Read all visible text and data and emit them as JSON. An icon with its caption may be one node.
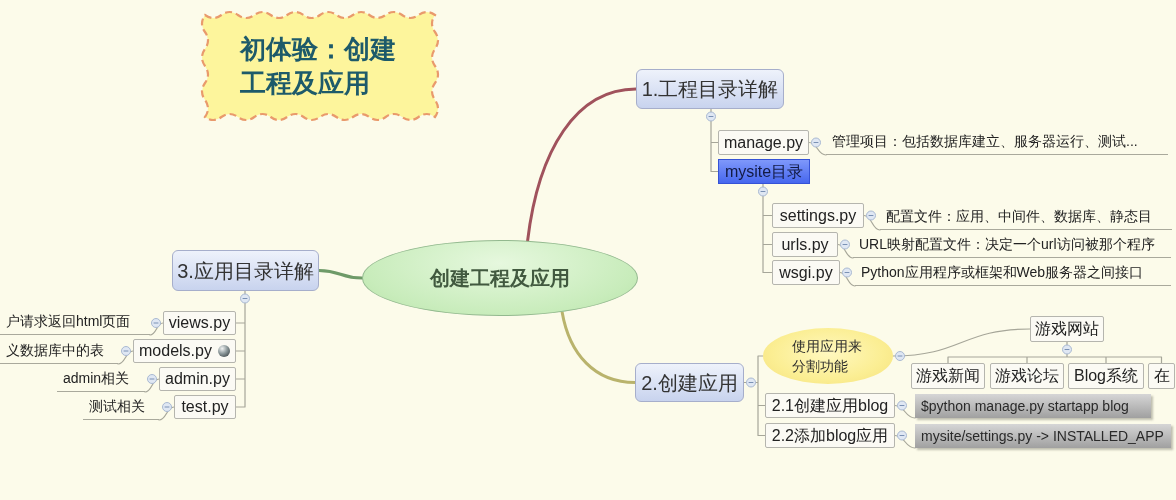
{
  "diagram": {
    "nodes": [
      {
        "text": [
          "初体验：创建工程及应用"
        ]
      },
      {
        "text": [
          "创建工程及应用"
        ]
      },
      {
        "text": [
          "1.工程目录详解"
        ]
      },
      {
        "text": [
          "manage.py"
        ]
      },
      {
        "text": [
          "管理项目：包括数据库建立、服务器运行、测试..."
        ]
      },
      {
        "text": [
          "mysite目录"
        ]
      },
      {
        "text": [
          "settings.py"
        ]
      },
      {
        "text": [
          "配置文件：应用、中间件、数据库、静态目"
        ]
      },
      {
        "text": [
          "urls.py"
        ]
      },
      {
        "text": [
          "URL映射配置文件：决定一个url访问被那个程序"
        ]
      },
      {
        "text": [
          "wsgi.py"
        ]
      },
      {
        "text": [
          "Python应用程序或框架和Web服务器之间接口"
        ]
      },
      {
        "text": [
          "3.应用目录详解"
        ]
      },
      {
        "text": [
          "views.py"
        ]
      },
      {
        "text": [
          "户请求返回html页面"
        ]
      },
      {
        "text": [
          "models.py"
        ]
      },
      {
        "text": [
          "义数据库中的表"
        ]
      },
      {
        "text": [
          "admin.py"
        ]
      },
      {
        "text": [
          "admin相关"
        ]
      },
      {
        "text": [
          "test.py"
        ]
      },
      {
        "text": [
          "测试相关"
        ]
      },
      {
        "text": [
          "2.创建应用"
        ]
      },
      {
        "text": [
          "使用应用来分割功能"
        ]
      },
      {
        "text": [
          "游戏网站"
        ]
      },
      {
        "text": [
          "游戏新闻"
        ]
      },
      {
        "text": [
          "游戏论坛"
        ]
      },
      {
        "text": [
          "Blog系统"
        ]
      },
      {
        "text": [
          "在"
        ]
      },
      {
        "text": [
          "2.1创建应用blog"
        ]
      },
      {
        "text": [
          "$python manage.py startapp blog"
        ]
      },
      {
        "text": [
          "2.2添加blog应用"
        ]
      },
      {
        "text": [
          "mysite/settings.py -> INSTALLED_APP"
        ]
      }
    ],
    "edges": [
      {
        "from": 1,
        "to": 2,
        "arrow": "none",
        "style": "thick",
        "color": "#a0525c"
      },
      {
        "from": 2,
        "to": 3,
        "arrow": "none"
      },
      {
        "from": 3,
        "to": 4,
        "arrow": "none"
      },
      {
        "from": 2,
        "to": 5,
        "arrow": "none"
      },
      {
        "from": 5,
        "to": 6,
        "arrow": "none"
      },
      {
        "from": 6,
        "to": 7,
        "arrow": "none"
      },
      {
        "from": 5,
        "to": 8,
        "arrow": "none"
      },
      {
        "from": 8,
        "to": 9,
        "arrow": "none"
      },
      {
        "from": 5,
        "to": 10,
        "arrow": "none"
      },
      {
        "from": 10,
        "to": 11,
        "arrow": "none"
      },
      {
        "from": 1,
        "to": 12,
        "arrow": "none",
        "style": "thick",
        "color": "#6e9a68"
      },
      {
        "from": 12,
        "to": 13,
        "arrow": "none"
      },
      {
        "from": 13,
        "to": 14,
        "arrow": "none"
      },
      {
        "from": 12,
        "to": 15,
        "arrow": "none"
      },
      {
        "from": 15,
        "to": 16,
        "arrow": "none"
      },
      {
        "from": 12,
        "to": 17,
        "arrow": "none"
      },
      {
        "from": 17,
        "to": 18,
        "arrow": "none"
      },
      {
        "from": 12,
        "to": 19,
        "arrow": "none"
      },
      {
        "from": 19,
        "to": 20,
        "arrow": "none"
      },
      {
        "from": 1,
        "to": 21,
        "arrow": "none",
        "style": "thick",
        "color": "#b9b36c"
      },
      {
        "from": 21,
        "to": 22,
        "arrow": "none"
      },
      {
        "from": 22,
        "to": 23,
        "arrow": "none"
      },
      {
        "from": 23,
        "to": 24,
        "arrow": "none"
      },
      {
        "from": 23,
        "to": 25,
        "arrow": "none"
      },
      {
        "from": 23,
        "to": 26,
        "arrow": "none"
      },
      {
        "from": 23,
        "to": 27,
        "arrow": "none"
      },
      {
        "from": 21,
        "to": 28,
        "arrow": "none"
      },
      {
        "from": 28,
        "to": 29,
        "arrow": "none"
      },
      {
        "from": 21,
        "to": 30,
        "arrow": "none"
      },
      {
        "from": 30,
        "to": 31,
        "arrow": "none"
      }
    ]
  }
}
